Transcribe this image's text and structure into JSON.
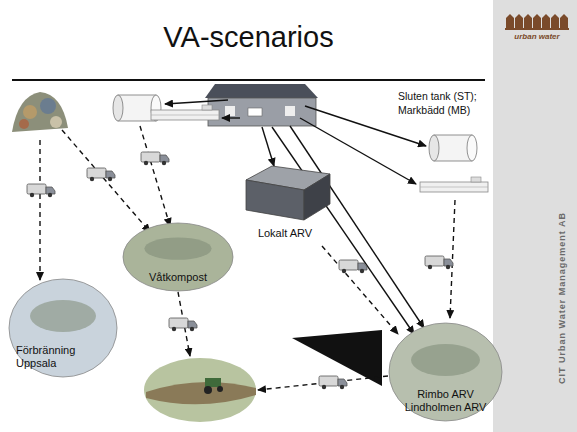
{
  "diagram": {
    "title": "VA-scenarios",
    "nodes": [
      {
        "text": [
          "Lokalt ARV"
        ]
      },
      {
        "text": [
          "Våtkompost"
        ]
      },
      {
        "text": [
          "Förbränning Uppsala"
        ]
      },
      {
        "text": [
          "Rimbo ARV Lindholmen ARV"
        ]
      }
    ],
    "labels": [
      "Sluten tank (ST); Markbädd (MB)",
      "urban water",
      "CIT Urban Water Management AB"
    ]
  }
}
